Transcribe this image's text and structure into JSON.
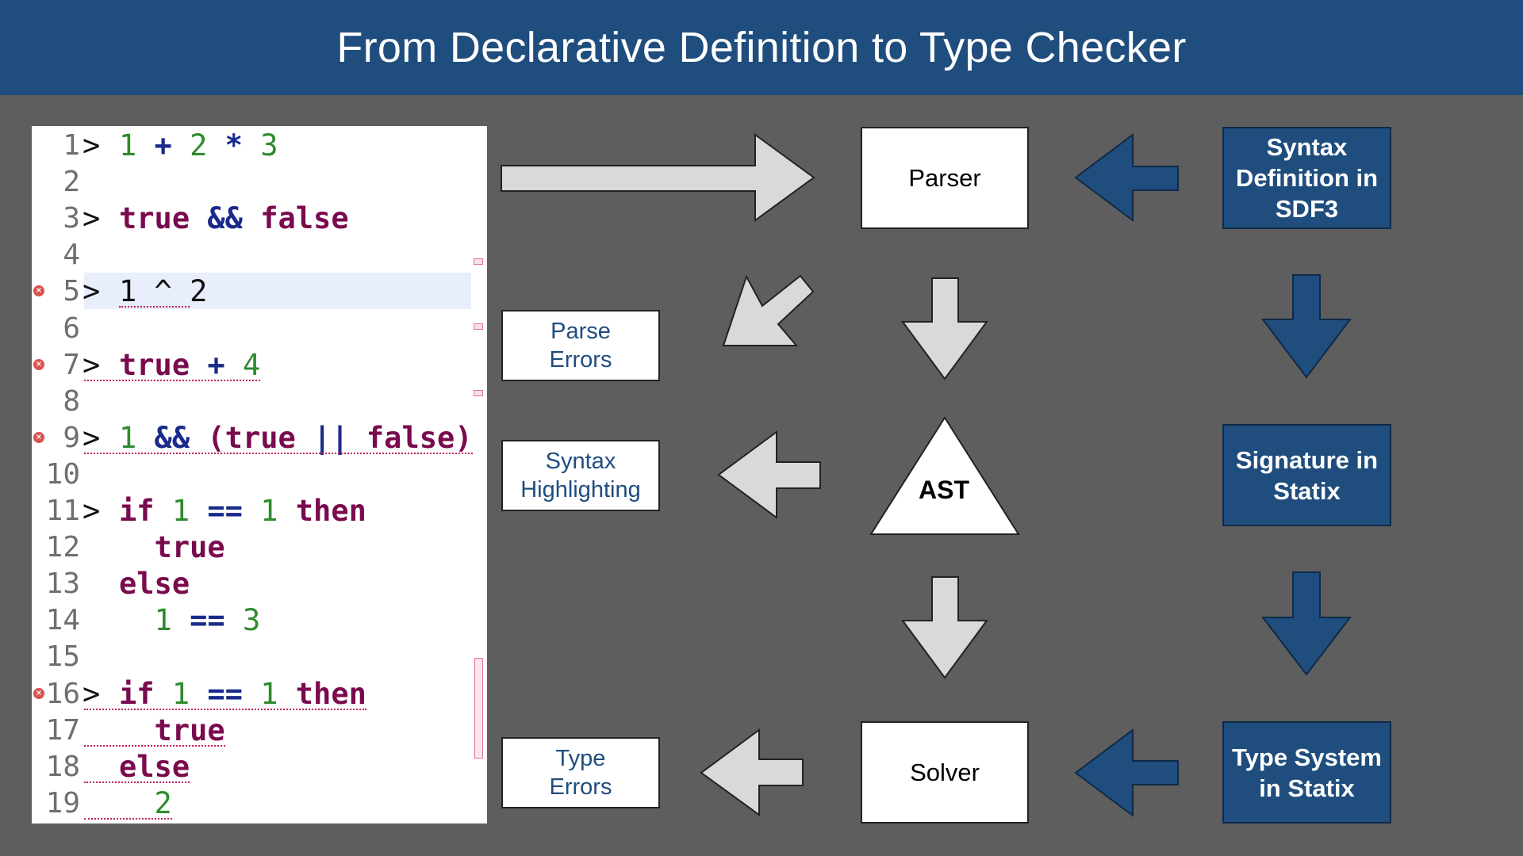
{
  "title": "From Declarative Definition to Type Checker",
  "editor": {
    "lines": [
      {
        "num": "1",
        "prompt": ">",
        "tokens": [
          [
            "num",
            "1"
          ],
          [
            "op",
            " + "
          ],
          [
            "num",
            "2"
          ],
          [
            "op",
            " * "
          ],
          [
            "num",
            "3"
          ]
        ]
      },
      {
        "num": "2",
        "prompt": "",
        "tokens": []
      },
      {
        "num": "3",
        "prompt": ">",
        "tokens": [
          [
            "kw",
            "true"
          ],
          [
            "op",
            " && "
          ],
          [
            "kw",
            "false"
          ]
        ]
      },
      {
        "num": "4",
        "prompt": "",
        "tokens": []
      },
      {
        "num": "5",
        "prompt": ">",
        "error": true,
        "active": true,
        "tokens": [
          [
            "plain",
            "1 ^ 2"
          ]
        ]
      },
      {
        "num": "6",
        "prompt": "",
        "tokens": []
      },
      {
        "num": "7",
        "prompt": ">",
        "error": true,
        "tokens": [
          [
            "kw",
            "true"
          ],
          [
            "op",
            " + "
          ],
          [
            "num",
            "4"
          ]
        ]
      },
      {
        "num": "8",
        "prompt": "",
        "tokens": []
      },
      {
        "num": "9",
        "prompt": ">",
        "error": true,
        "tokens": [
          [
            "num",
            "1"
          ],
          [
            "op",
            " && "
          ],
          [
            "kw",
            "(true"
          ],
          [
            "op",
            " || "
          ],
          [
            "kw",
            "false)"
          ]
        ]
      },
      {
        "num": "10",
        "prompt": "",
        "tokens": []
      },
      {
        "num": "11",
        "prompt": ">",
        "tokens": [
          [
            "kw",
            "if "
          ],
          [
            "num",
            "1"
          ],
          [
            "op",
            " == "
          ],
          [
            "num",
            "1"
          ],
          [
            "kw",
            " then"
          ]
        ]
      },
      {
        "num": "12",
        "prompt": "",
        "tokens": [
          [
            "kw",
            "  true"
          ]
        ]
      },
      {
        "num": "13",
        "prompt": "",
        "tokens": [
          [
            "kw",
            "else"
          ]
        ]
      },
      {
        "num": "14",
        "prompt": "",
        "tokens": [
          [
            "num",
            "  1"
          ],
          [
            "op",
            " == "
          ],
          [
            "num",
            "3"
          ]
        ]
      },
      {
        "num": "15",
        "prompt": "",
        "tokens": []
      },
      {
        "num": "16",
        "prompt": ">",
        "error": true,
        "tokens": [
          [
            "kw",
            "if "
          ],
          [
            "num",
            "1"
          ],
          [
            "op",
            " == "
          ],
          [
            "num",
            "1"
          ],
          [
            "kw",
            " then"
          ]
        ]
      },
      {
        "num": "17",
        "prompt": "",
        "tokens": [
          [
            "kw",
            "  true"
          ]
        ]
      },
      {
        "num": "18",
        "prompt": "",
        "tokens": [
          [
            "kw",
            "else"
          ]
        ]
      },
      {
        "num": "19",
        "prompt": "",
        "tokens": [
          [
            "num",
            "  2"
          ]
        ]
      }
    ]
  },
  "boxes": {
    "parser": "Parser",
    "solver": "Solver",
    "ast": "AST",
    "parse_errors": [
      "Parse",
      "Errors"
    ],
    "syntax_highlighting": [
      "Syntax",
      "Highlighting"
    ],
    "type_errors": [
      "Type",
      "Errors"
    ],
    "sdf3": [
      "Syntax",
      "Definition in",
      "SDF3"
    ],
    "signature": [
      "Signature in",
      "Statix"
    ],
    "type_system": [
      "Type System",
      "in Statix"
    ]
  },
  "colors": {
    "title_bg": "#1f4d7e",
    "background": "#5e5e5e",
    "blue_arrow": "#1f4d7e",
    "gray_arrow": "#d9d9d9"
  }
}
